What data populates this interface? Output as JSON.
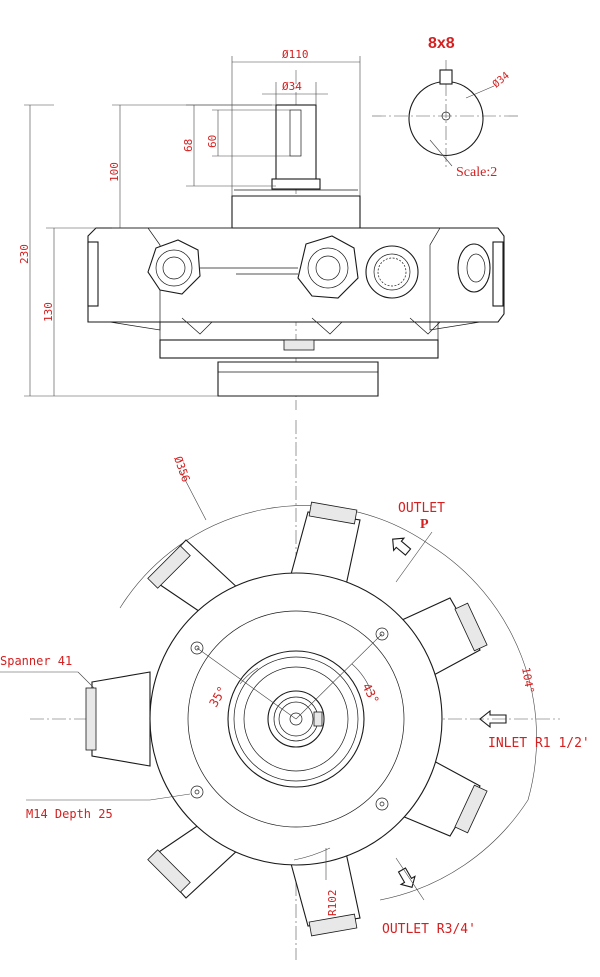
{
  "side_view": {
    "dia_110": "Ø110",
    "dia_34": "Ø34",
    "dim_68": "68",
    "dim_60": "60",
    "dim_100": "100",
    "dim_230": "230",
    "dim_130": "130"
  },
  "detail": {
    "key_size": "8x8",
    "dia_34": "Ø34",
    "scale": "Scale:2"
  },
  "top_view": {
    "dia_356": "Ø356",
    "outlet_label": "OUTLET",
    "outlet_port": "P",
    "angle_104": "104°",
    "spanner": "Spanner 41",
    "angle_35": "35°",
    "angle_43": "43°",
    "inlet": "INLET R1 1/2'",
    "m14": "M14 Depth 25",
    "r102": "R102",
    "outlet_r34": "OUTLET R3/4'"
  },
  "colors": {
    "annotation": "#d42020",
    "line": "#1a1a1a"
  }
}
